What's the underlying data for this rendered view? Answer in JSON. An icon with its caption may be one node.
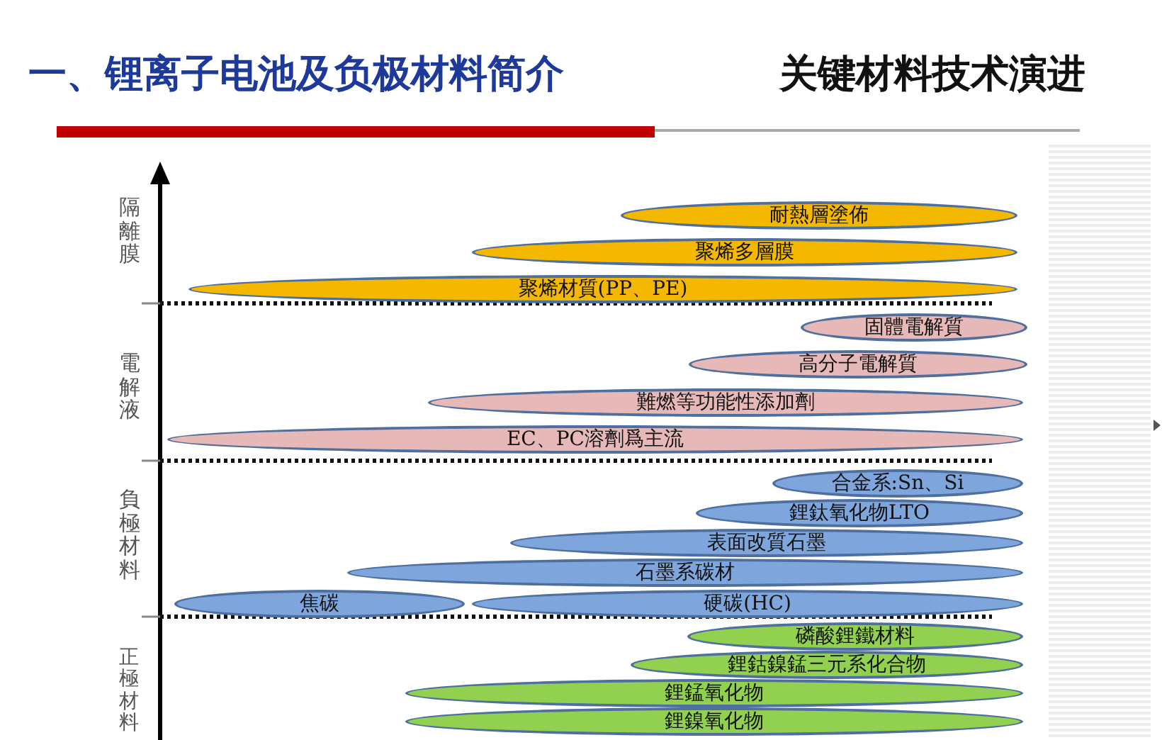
{
  "diagram": {
    "title": "一、锂离子电池及负极材料简介",
    "nodes": [
      {
        "text": [
          "耐熱層塗佈"
        ]
      },
      {
        "text": [
          "聚烯多層膜"
        ]
      },
      {
        "text": [
          "聚烯材質(PP、PE)"
        ]
      },
      {
        "text": [
          "固體電解質"
        ]
      },
      {
        "text": [
          "高分子電解質"
        ]
      },
      {
        "text": [
          "難燃等功能性添加劑"
        ]
      },
      {
        "text": [
          "EC、PC溶劑爲主流"
        ]
      },
      {
        "text": [
          "合金系:Sn、Si"
        ]
      },
      {
        "text": [
          "鋰鈦氧化物LTO"
        ]
      },
      {
        "text": [
          "表面改質石墨"
        ]
      },
      {
        "text": [
          "石墨系碳材"
        ]
      },
      {
        "text": [
          "焦碳"
        ]
      },
      {
        "text": [
          "硬碳(HC)"
        ]
      },
      {
        "text": [
          "磷酸鋰鐵材料"
        ]
      },
      {
        "text": [
          "鋰鈷鎳錳三元系化合物"
        ]
      },
      {
        "text": [
          "鋰錳氧化物"
        ]
      },
      {
        "text": [
          "鋰鎳氧化物"
        ]
      }
    ],
    "labels": [
      "关键材料技术演进",
      "隔離膜",
      "電解液",
      "負極材料",
      "正極材料"
    ]
  }
}
